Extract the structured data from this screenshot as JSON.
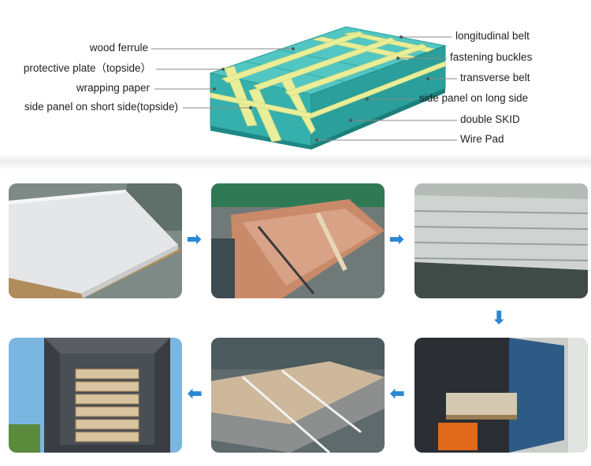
{
  "diagram": {
    "left_labels": [
      "wood ferrule",
      "protective plate（topside）",
      "wrapping paper",
      "side panel on short side(topside)"
    ],
    "right_labels": [
      "longitudinal belt",
      "fastening buckles",
      "transverse belt",
      "side panel on long side",
      "double SKID",
      "Wire Pad"
    ]
  },
  "flow": {
    "steps": 6,
    "arrow_icons": [
      "arrow-right-icon",
      "arrow-right-icon",
      "arrow-down-icon",
      "arrow-left-icon",
      "arrow-left-icon"
    ]
  },
  "colors": {
    "pallet_top": "#4fc4c0",
    "pallet_side": "#2fa8a5",
    "belt": "#e9ee9a",
    "arrow": "#2a87d4"
  }
}
